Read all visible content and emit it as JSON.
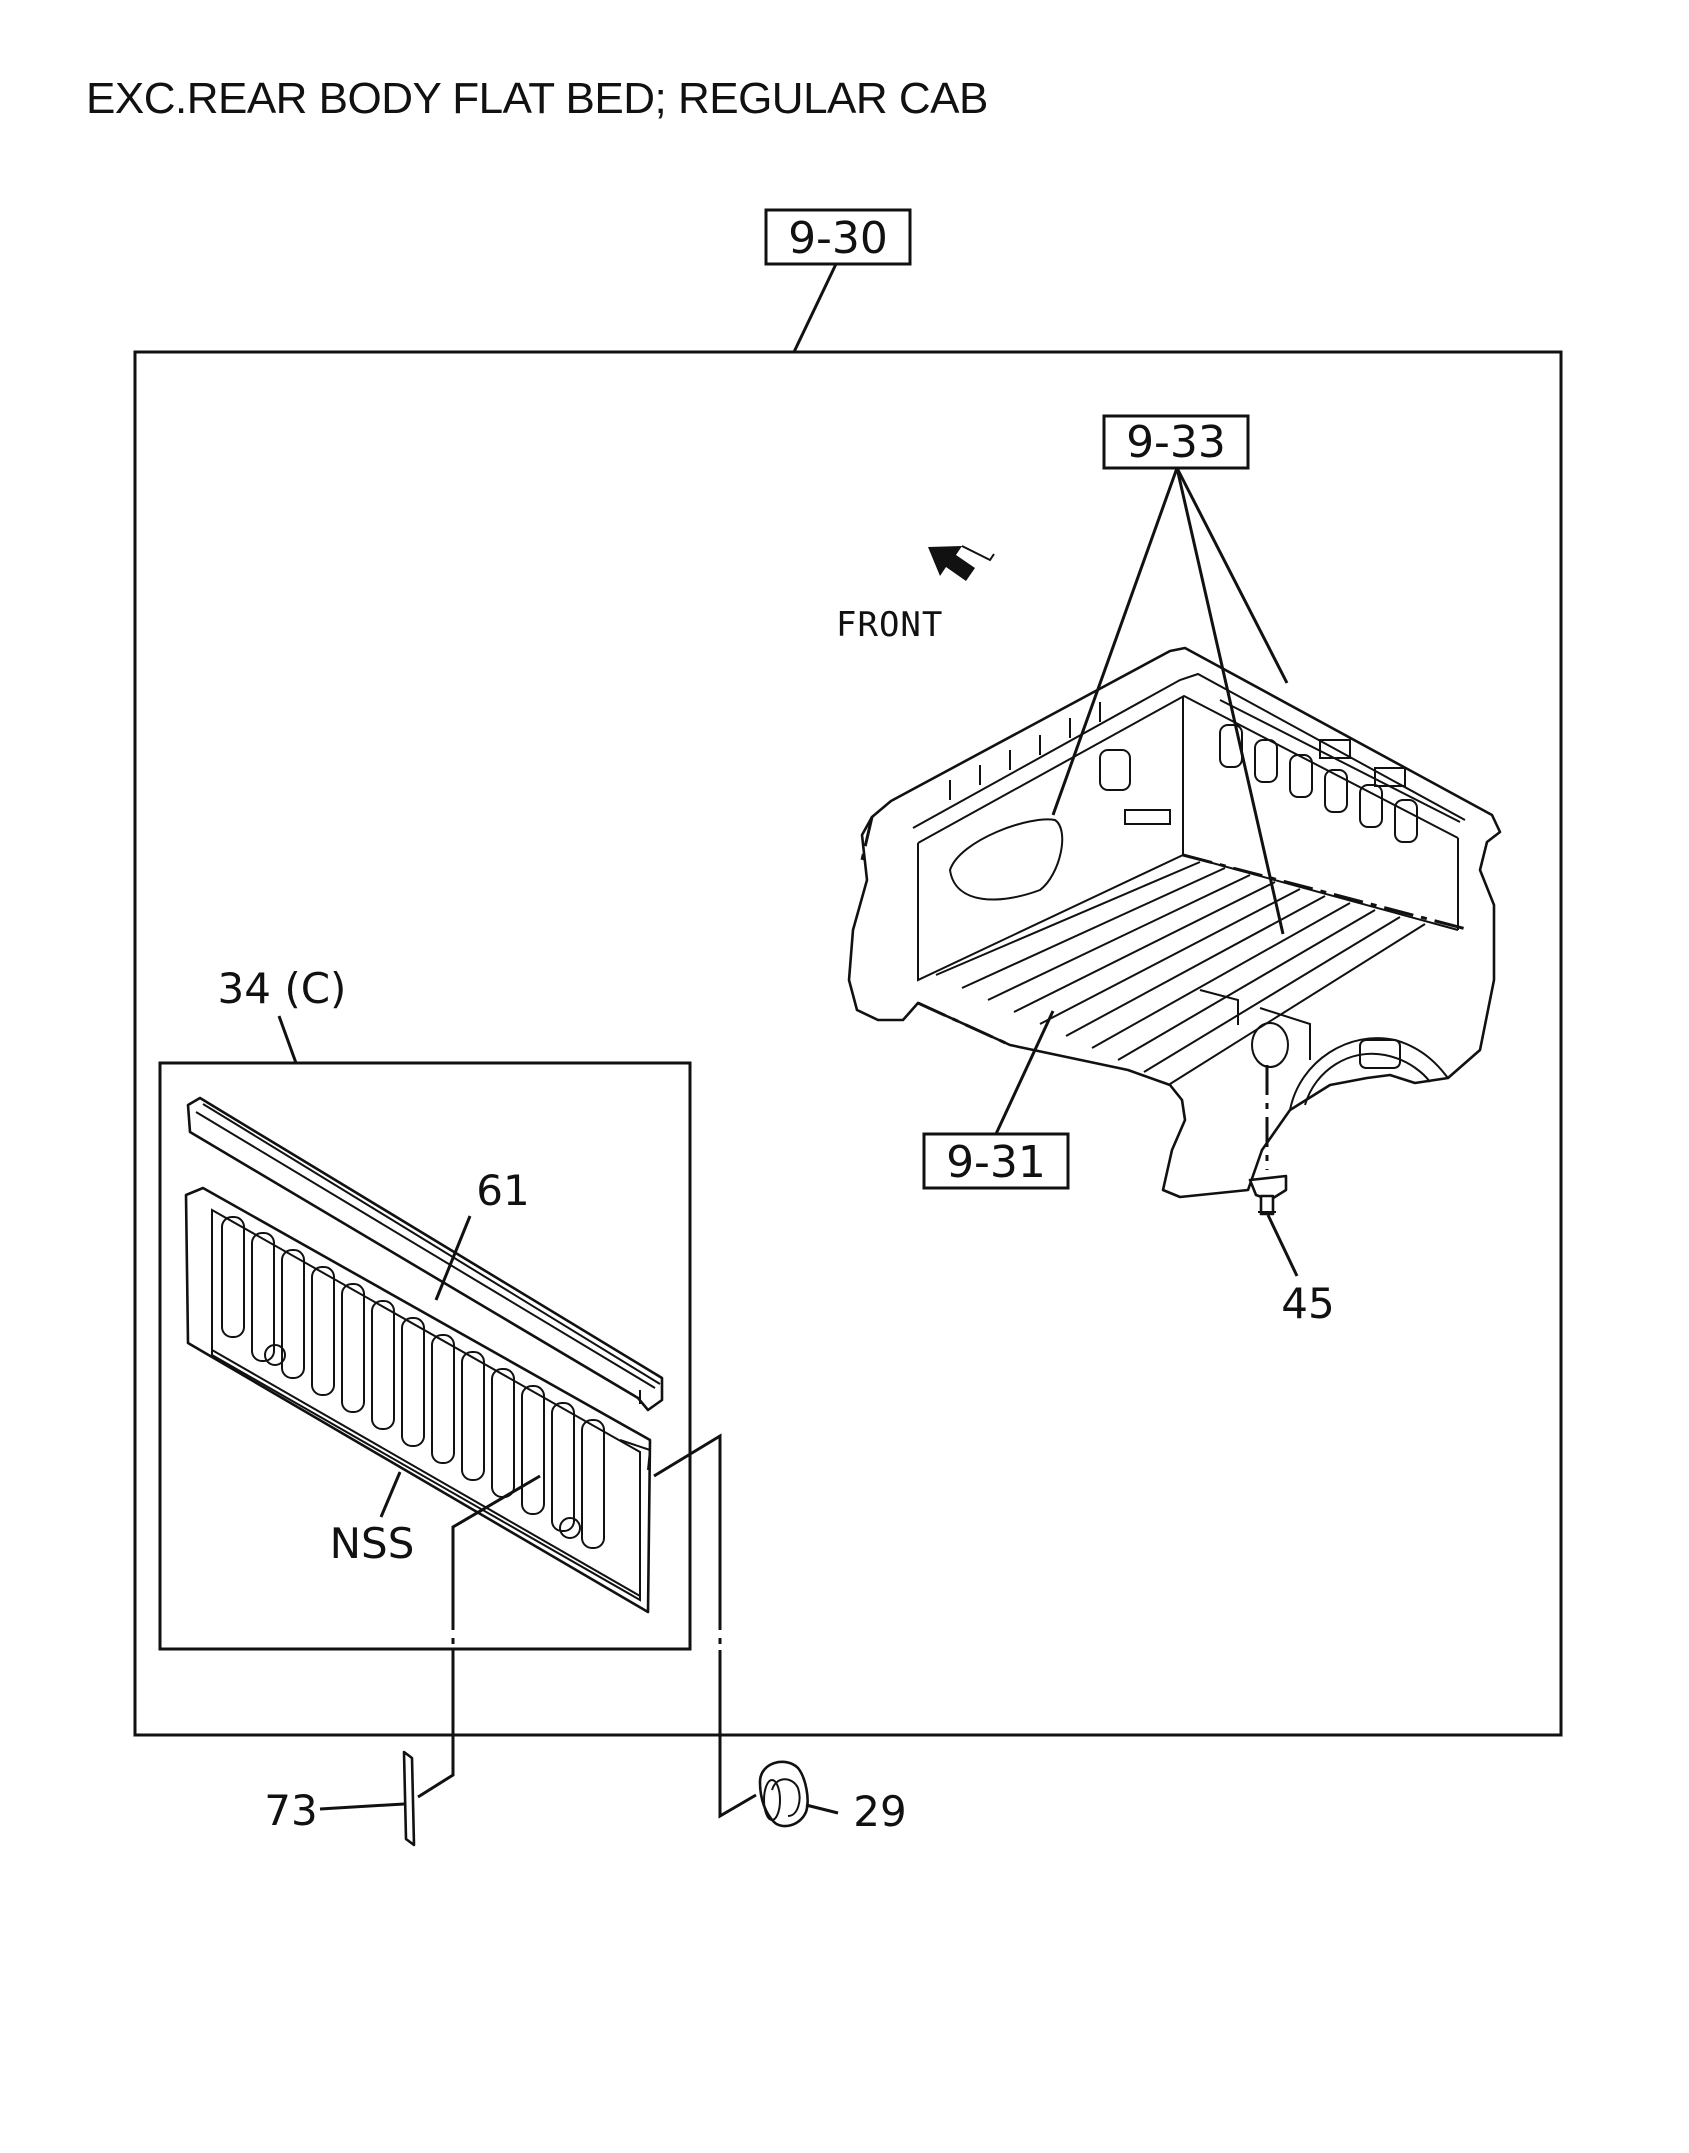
{
  "title": "EXC.REAR BODY FLAT BED; REGULAR CAB",
  "direction_label": "FRONT",
  "ref_boxes": {
    "main_assembly": "9-30",
    "bed_parts": "9-33",
    "bed_body": "9-31"
  },
  "callouts": {
    "tailgate_assembly": "34 (C)",
    "tailgate_top_rail": "61",
    "not_serviced_separately": "NSS",
    "bolt": "45",
    "plate": "73",
    "bumper": "29"
  }
}
